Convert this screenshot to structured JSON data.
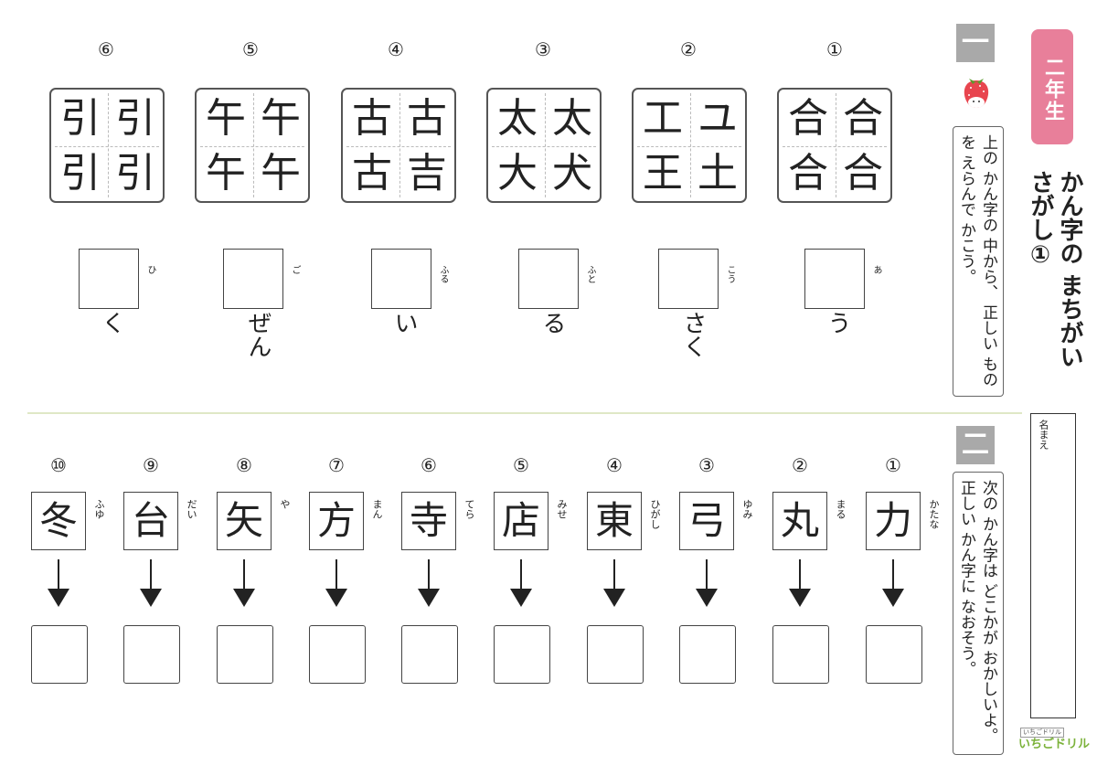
{
  "grade_badge": "二年生",
  "main_title": "かん字の まちがいさがし①",
  "section1": {
    "badge": "一",
    "instruction": "上の かん字の 中から、 正しい ものを えらんで かこう。",
    "questions": [
      {
        "num": "⑥",
        "k": [
          "引",
          "引",
          "引",
          "引"
        ],
        "furigana": "ひ",
        "okurigana": "く"
      },
      {
        "num": "⑤",
        "k": [
          "午",
          "午",
          "午",
          "午"
        ],
        "furigana": "ご",
        "okurigana": "ぜん"
      },
      {
        "num": "④",
        "k": [
          "古",
          "古",
          "古",
          "吉"
        ],
        "furigana": "ふる",
        "okurigana": "い"
      },
      {
        "num": "③",
        "k": [
          "太",
          "太",
          "大",
          "犬"
        ],
        "furigana": "ふと",
        "okurigana": "る"
      },
      {
        "num": "②",
        "k": [
          "工",
          "ユ",
          "王",
          "土"
        ],
        "furigana": "こう",
        "okurigana": "さく"
      },
      {
        "num": "①",
        "k": [
          "合",
          "合",
          "合",
          "合"
        ],
        "furigana": "あ",
        "okurigana": "う"
      }
    ]
  },
  "section2": {
    "badge": "二",
    "instruction": "次の かん字は どこかが おかしいよ。 正しい かん字に なおそう。",
    "questions": [
      {
        "num": "⑩",
        "kanji": "冬",
        "furigana": "ふゆ"
      },
      {
        "num": "⑨",
        "kanji": "台",
        "furigana": "だい"
      },
      {
        "num": "⑧",
        "kanji": "矢",
        "furigana": "や"
      },
      {
        "num": "⑦",
        "kanji": "方",
        "furigana": "まん"
      },
      {
        "num": "⑥",
        "kanji": "寺",
        "furigana": "てら"
      },
      {
        "num": "⑤",
        "kanji": "店",
        "furigana": "みせ"
      },
      {
        "num": "④",
        "kanji": "東",
        "furigana": "ひがし"
      },
      {
        "num": "③",
        "kanji": "弓",
        "furigana": "ゆみ"
      },
      {
        "num": "②",
        "kanji": "丸",
        "furigana": "まる"
      },
      {
        "num": "①",
        "kanji": "力",
        "furigana": "かたな"
      }
    ]
  },
  "name_label": "名まえ",
  "logo": {
    "small": "いちごドリル",
    "text": "いちごドリル"
  },
  "colors": {
    "pink": "#e87f9a",
    "badge_gray": "#a9a9a9",
    "divider": "#dfe8c6",
    "logo_green": "#7bb23a"
  }
}
